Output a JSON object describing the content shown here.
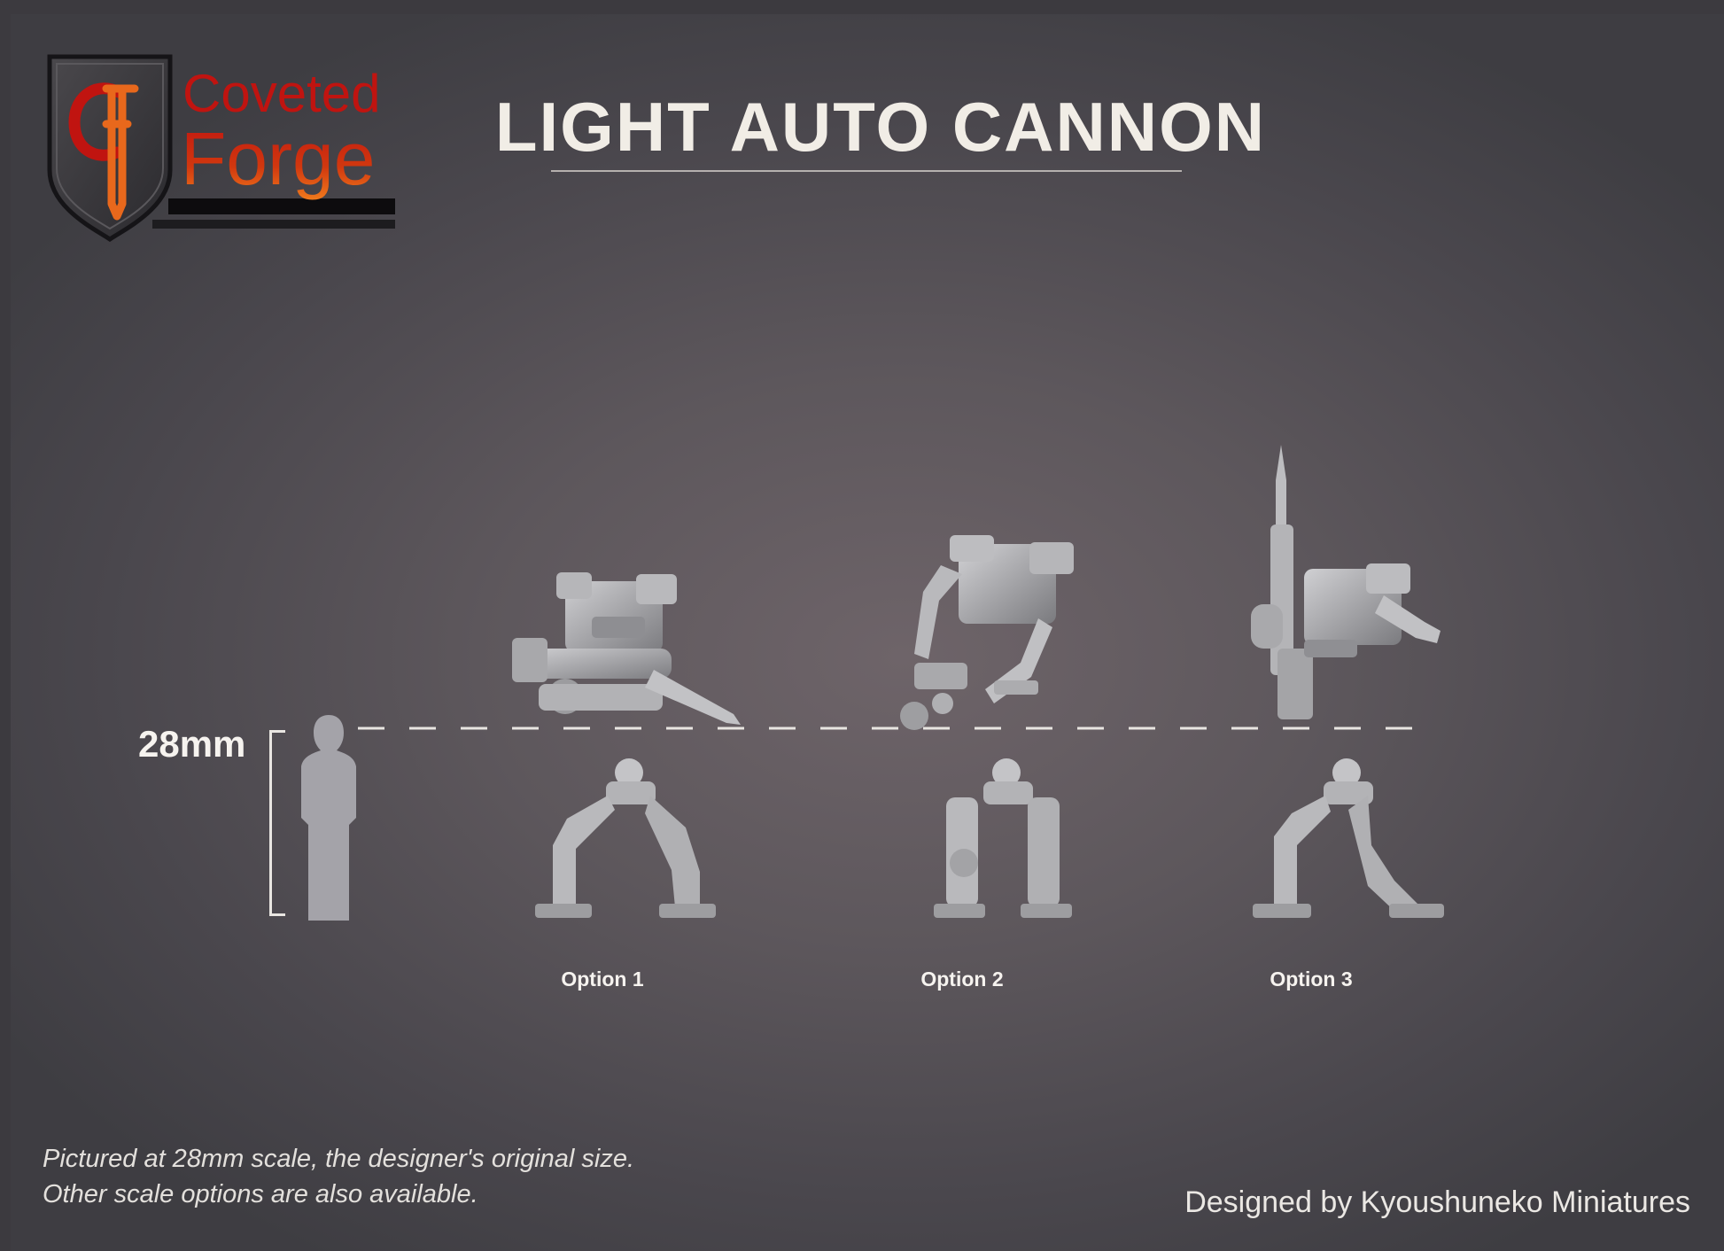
{
  "brand": {
    "name_line1": "Coveted",
    "name_line2": "Forge",
    "monogram": "CF",
    "colors": {
      "red": "#c0140f",
      "orange": "#e8681c",
      "shield_edge": "#2a292c"
    }
  },
  "product": {
    "title": "LIGHT AUTO CANNON"
  },
  "scale": {
    "label": "28mm"
  },
  "options": [
    {
      "label": "Option 1"
    },
    {
      "label": "Option 2"
    },
    {
      "label": "Option 3"
    }
  ],
  "footer": {
    "note_line1": "Pictured at 28mm scale, the designer's original size.",
    "note_line2": "Other scale options are also available.",
    "credit": "Designed by Kyoushuneko Miniatures"
  }
}
